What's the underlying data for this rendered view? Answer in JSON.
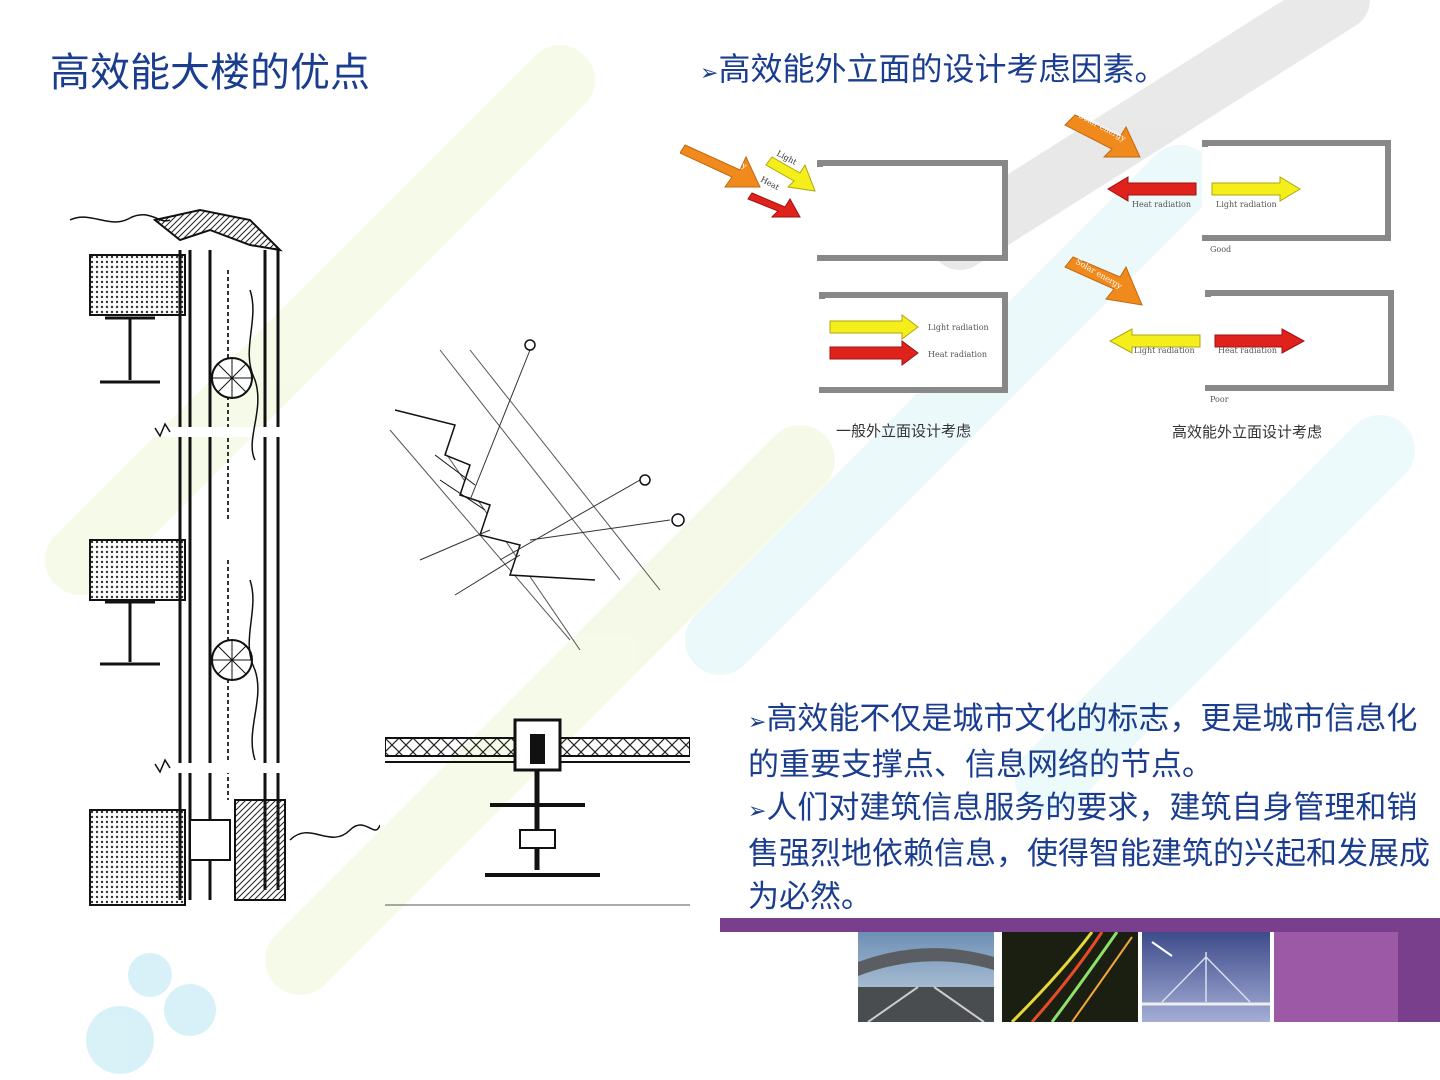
{
  "slide": {
    "title_left": "高效能大楼的优点",
    "title_right": "高效能外立面的设计考虑因素。",
    "title_right_marker": "➢"
  },
  "facade_diagram": {
    "left_label_solar": "Solar energy",
    "left_label_light": "Light",
    "left_label_heat": "Heat",
    "ordinary": {
      "label_light": "Light radiation",
      "label_heat": "Heat radiation",
      "caption": "一般外立面设计考虑"
    },
    "high_perf": {
      "solar": "Solar energy",
      "good_heat": "Heat radiation",
      "good_light": "Light radiation",
      "good": "Good",
      "poor_light": "Light radiation",
      "poor_heat": "Heat radiation",
      "poor": "Poor",
      "caption": "高效能外立面设计考虑"
    }
  },
  "bullets": [
    {
      "marker": "➢",
      "text": "高效能不仅是城市文化的标志，更是城市信息化的重要支撑点、信息网络的节点。"
    },
    {
      "marker": "➢",
      "text": "人们对建筑信息服务的要求，建筑自身管理和销售强烈地依赖信息，使得智能建筑的兴起和发展成为必然。"
    }
  ],
  "colors": {
    "title": "#1a3d8f",
    "band": "#7a3f8c",
    "accent_purple": "#9b59a6",
    "solar_orange": "#f08a1c",
    "light_yellow": "#f4ee1a",
    "heat_red": "#e0221c"
  }
}
